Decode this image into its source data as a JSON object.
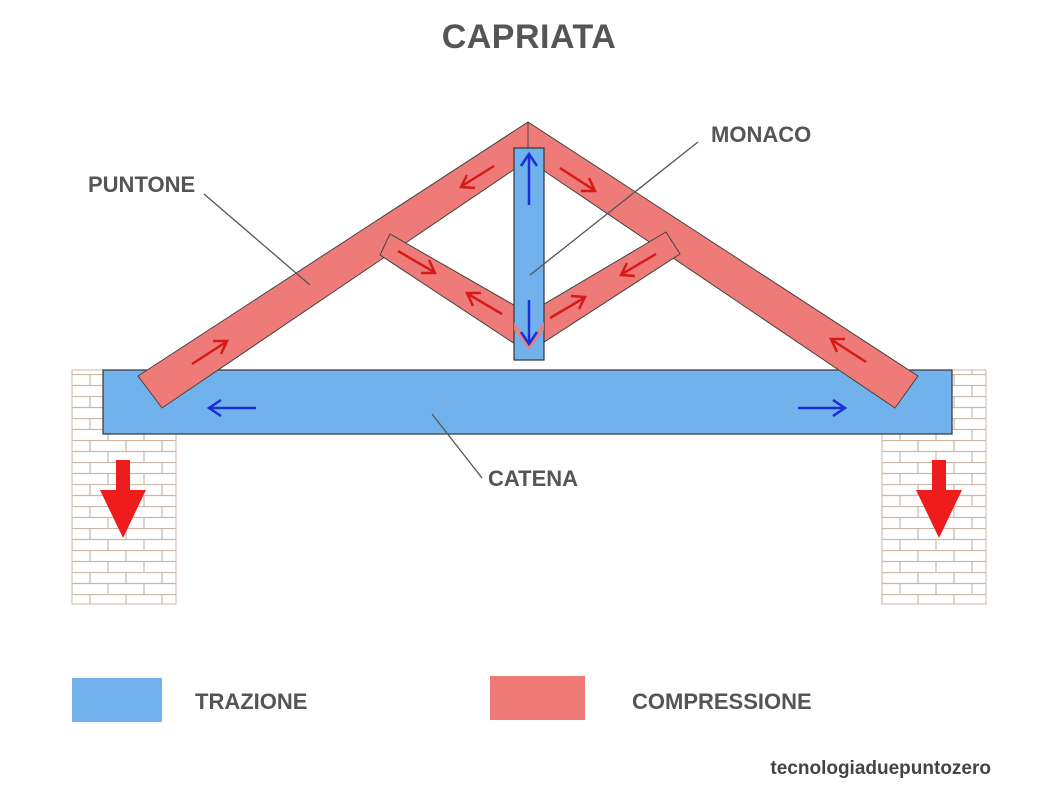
{
  "title": "CAPRIATA",
  "labels": {
    "puntone": "PUNTONE",
    "monaco": "MONACO",
    "catena": "CATENA"
  },
  "legend": [
    {
      "label": "TRAZIONE",
      "color": "#72B2EC"
    },
    {
      "label": "COMPRESSIONE",
      "color": "#EE7B78"
    }
  ],
  "credit": "tecnologiaduepuntozero",
  "colors": {
    "tension": "#72B2EC",
    "compression": "#EE7B78",
    "tension_arrow": "#1a2fd6",
    "compression_arrow": "#d61a1a",
    "load_arrow": "#ee1c1c",
    "leader_line": "#555555"
  }
}
